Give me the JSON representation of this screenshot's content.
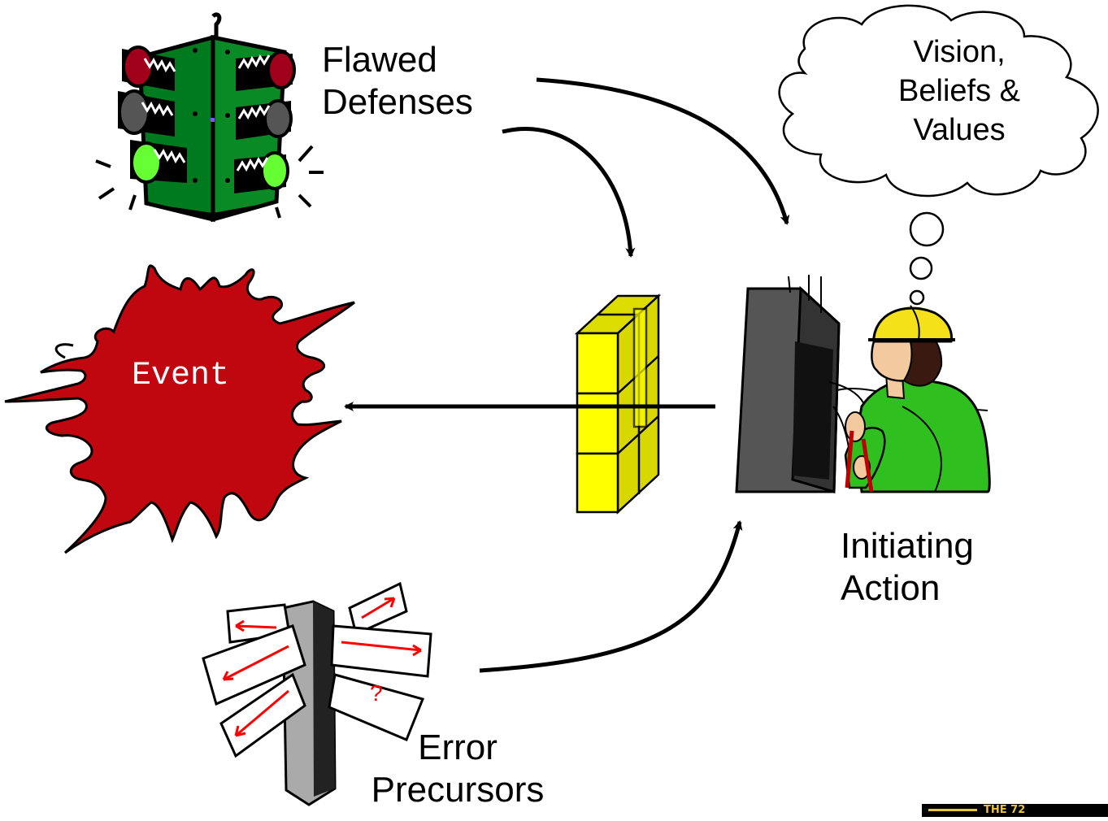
{
  "labels": {
    "flawed_defenses": [
      "Flawed",
      "Defenses"
    ],
    "vision": [
      "Vision,",
      "Beliefs &",
      "Values"
    ],
    "event": "Event",
    "initiating_action": [
      "Initiating",
      "Action"
    ],
    "error_precursors": [
      "Error",
      "Precursors"
    ],
    "signpost_mark": "?",
    "logo_text": "THE 72"
  },
  "colors": {
    "event_red": "#c0070f",
    "block_yellow": "#ffff00",
    "traffic_green": "#007a1f",
    "traffic_red": "#a0001a",
    "lamp_green": "#66ff33",
    "lamp_gray": "#555555",
    "hardhat_yellow": "#f5e11a",
    "shirt_green": "#2fbf1f",
    "panel_gray": "#555555",
    "sign_red": "#ff0000",
    "logo_gold": "#e7c43a"
  },
  "icons": [
    "traffic-light-icon",
    "explosion-icon",
    "barrier-blocks-icon",
    "worker-icon",
    "signpost-icon",
    "thought-cloud-icon"
  ]
}
